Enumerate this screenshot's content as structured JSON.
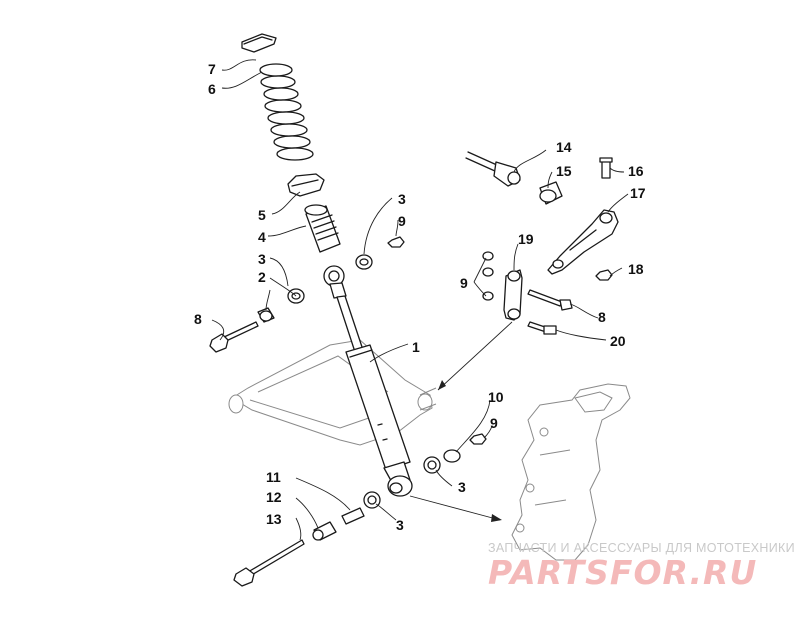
{
  "callouts": {
    "c1": "1",
    "c2": "2",
    "c3a": "3",
    "c3b": "3",
    "c3c": "3",
    "c3d": "3",
    "c4": "4",
    "c5": "5",
    "c6": "6",
    "c7": "7",
    "c8a": "8",
    "c8b": "8",
    "c9a": "9",
    "c9b": "9",
    "c9c": "9",
    "c10": "10",
    "c11": "11",
    "c12": "12",
    "c13": "13",
    "c14": "14",
    "c15": "15",
    "c16": "16",
    "c17": "17",
    "c18": "18",
    "c19": "19",
    "c20": "20"
  },
  "watermark": {
    "caption": "ЗАПЧАСТИ И АКСЕССУАРЫ ДЛЯ МОТОТЕХНИКИ",
    "logo": "PARTSFOR.RU"
  }
}
